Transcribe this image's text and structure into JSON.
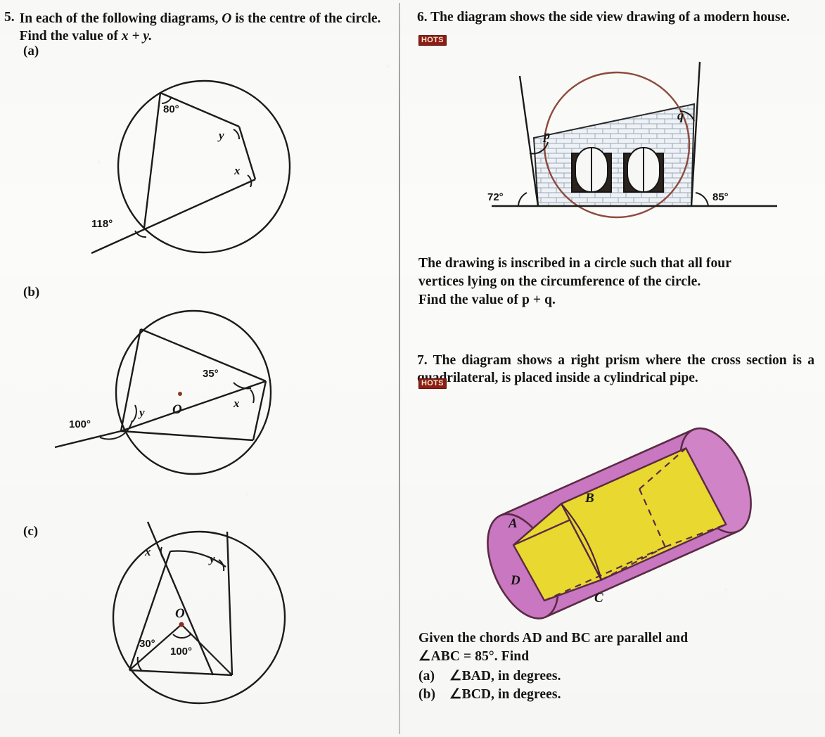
{
  "page": {
    "background": "#fbfbf9",
    "ink": "#1b1b1b",
    "divider_color": "#9d9d97"
  },
  "left_column": {
    "question": {
      "number": "5.",
      "text_line1": "In each of the following diagrams,",
      "text_italic_O": "O",
      "text_line1b": "is the centre",
      "text_line2a": "of the circle. Find the value of",
      "text_line2_math": "x + y.",
      "full_text": "5. In each of the following diagrams, O is the centre of the circle. Find the value of x + y."
    },
    "parts": [
      {
        "label": "(a)",
        "diagram": {
          "type": "circle-cyclic-quadrilateral-with-extended-chord",
          "center_label": "",
          "angle_labels": [
            "80°",
            "y",
            "x",
            "118°"
          ],
          "known_angles": [
            {
              "name": "80°",
              "value": 80,
              "position": "top-left-vertex"
            },
            {
              "name": "118°",
              "value": 118,
              "position": "bottom-left-exterior"
            }
          ],
          "unknown_angles": [
            {
              "name": "y",
              "position": "upper-right-vertex"
            },
            {
              "name": "x",
              "position": "lower-right-vertex"
            }
          ]
        }
      },
      {
        "label": "(b)",
        "diagram": {
          "type": "circle-with-centre-and-tangent-secant",
          "center_label": "O",
          "angle_labels": [
            "100°",
            "y",
            "35°",
            "x",
            "O"
          ],
          "known_angles": [
            {
              "name": "100°",
              "value": 100,
              "position": "left-exterior"
            },
            {
              "name": "35°",
              "value": 35,
              "position": "right-upper"
            }
          ],
          "unknown_angles": [
            {
              "name": "y",
              "position": "left-interior"
            },
            {
              "name": "x",
              "position": "right-lower"
            }
          ]
        }
      },
      {
        "label": "(c)",
        "diagram": {
          "type": "circle-with-centre-tangents-and-inscribed-triangle",
          "center_label": "O",
          "angle_labels": [
            "x",
            "y",
            "O",
            "30°",
            "100°"
          ],
          "known_angles": [
            {
              "name": "30°",
              "value": 30,
              "position": "bottom-left-vertex"
            },
            {
              "name": "100°",
              "value": 100,
              "position": "centre-angle"
            }
          ],
          "unknown_angles": [
            {
              "name": "x",
              "position": "top-left-tangent"
            },
            {
              "name": "y",
              "position": "top-right-tangent"
            }
          ]
        }
      }
    ]
  },
  "right_column": {
    "question6": {
      "number": "6.",
      "badge": "HOTS",
      "badge_color": "#8d1d12",
      "text": "The diagram shows the side view drawing of a modern house.",
      "diagram": {
        "type": "cyclic-quadrilateral-house-in-circle",
        "labels": [
          "p",
          "q",
          "72°",
          "85°"
        ],
        "known_angles": [
          {
            "name": "72°",
            "value": 72,
            "position": "bottom-left-exterior"
          },
          {
            "name": "85°",
            "value": 85,
            "position": "bottom-right-exterior"
          }
        ],
        "unknown_angles": [
          {
            "name": "p",
            "position": "upper-left-vertex"
          },
          {
            "name": "q",
            "position": "upper-right-vertex"
          }
        ],
        "circle_color": "#8c4a3c",
        "wall_fill": "#e9eef3"
      },
      "caption": "The drawing is inscribed in a circle such that all four vertices lying on the circumference of the circle. Find the value of p + q.",
      "caption_lines": [
        "The drawing is inscribed in a circle such that all four",
        "vertices lying on the circumference of the circle.",
        "Find the value of p + q."
      ]
    },
    "question7": {
      "number": "7.",
      "badge": "HOTS",
      "badge_color": "#8d1d12",
      "text": "The diagram shows a right prism where the cross section is a quadrilateral, is placed inside a cylindrical pipe.",
      "diagram": {
        "type": "prism-inside-cylinder-3d",
        "vertex_labels": [
          "A",
          "B",
          "C",
          "D"
        ],
        "cylinder_color": "#c977c0",
        "prism_color": "#e8d830",
        "outline_color": "#5a2b44"
      },
      "given_lines": [
        "Given the chords AD and BC are parallel and",
        "∠ABC = 85°. Find"
      ],
      "given_angle": "∠ABC = 85°",
      "given_value": 85,
      "subparts": [
        {
          "label": "(a)",
          "text": "∠BAD, in degrees."
        },
        {
          "label": "(b)",
          "text": "∠BCD, in degrees."
        }
      ]
    }
  }
}
